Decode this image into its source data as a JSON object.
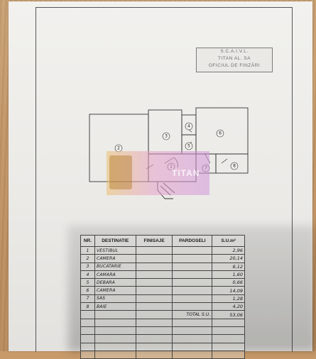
{
  "stamp": {
    "line1": "S.C.A.I.V.L.",
    "line2": "TITAN AL.  SA",
    "line3": "OFICIUL DE FINZĂRI"
  },
  "watermark": {
    "text": "TITAN"
  },
  "plan": {
    "rooms": [
      {
        "id": "room-2-left",
        "label": "2"
      },
      {
        "id": "room-3",
        "label": "3"
      },
      {
        "id": "room-4",
        "label": "4"
      },
      {
        "id": "room-5",
        "label": "5"
      },
      {
        "id": "room-6",
        "label": "6"
      },
      {
        "id": "room-1",
        "label": "1"
      },
      {
        "id": "room-7",
        "label": "7"
      },
      {
        "id": "room-8",
        "label": "8"
      }
    ]
  },
  "table": {
    "headers": [
      "NR.",
      "DESTINATIE",
      "FINISAJE",
      "PARDOSELI",
      "S.U.m²"
    ],
    "rows": [
      {
        "nr": "1",
        "destinatie": "VESTIBUL",
        "finisaje": "",
        "pardoseli": "",
        "su": "2,96"
      },
      {
        "nr": "2",
        "destinatie": "CAMERA",
        "finisaje": "",
        "pardoseli": "",
        "su": "20,14"
      },
      {
        "nr": "3",
        "destinatie": "BUCATARIE",
        "finisaje": "",
        "pardoseli": "",
        "su": "8,12"
      },
      {
        "nr": "4",
        "destinatie": "CAMARA",
        "finisaje": "",
        "pardoseli": "",
        "su": "1,60"
      },
      {
        "nr": "5",
        "destinatie": "DEBARA",
        "finisaje": "",
        "pardoseli": "",
        "su": "0,66"
      },
      {
        "nr": "6",
        "destinatie": "CAMERA",
        "finisaje": "",
        "pardoseli": "",
        "su": "14,09"
      },
      {
        "nr": "7",
        "destinatie": "SAS",
        "finisaje": "",
        "pardoseli": "",
        "su": "1,28"
      },
      {
        "nr": "8",
        "destinatie": "BAIE",
        "finisaje": "",
        "pardoseli": "",
        "su": "4,20"
      }
    ],
    "total_label": "TOTAL S.U.",
    "total_value": "53,06",
    "empty_rows": 5
  }
}
